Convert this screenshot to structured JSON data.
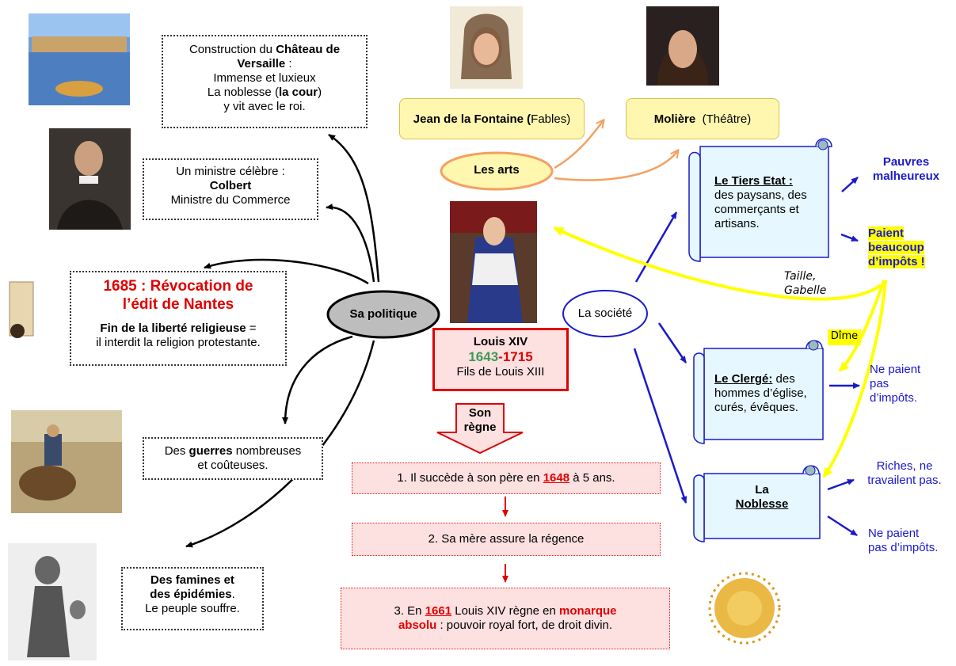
{
  "boxes": {
    "versailles": {
      "l1a": "Construction du ",
      "l1b": "Château de",
      "l2": "Versaille",
      "l2b": " :",
      "l3": "Immense et luxieux",
      "l4a": "La noblesse (",
      "l4b": "la cour",
      "l4c": ")",
      "l5": "y vit avec le roi."
    },
    "colbert": {
      "l1": "Un ministre célèbre :",
      "l2": "Colbert",
      "l3": "Ministre du Commerce"
    },
    "nantes": {
      "title1": "1685 : Révocation de",
      "title2": "l’édit de Nantes",
      "b1": "Fin de la liberté religieuse",
      "b1b": " =",
      "b2": "il interdit la religion protestante."
    },
    "guerres": {
      "a": "Des ",
      "b": "guerres",
      "c": " nombreuses",
      "d": "et coûteuses."
    },
    "famines": {
      "l1": "Des famines et",
      "l2": "des épidémies",
      "l2b": ".",
      "l3": "Le peuple souffre."
    },
    "fontaine": {
      "a": "Jean de la Fontaine (",
      "b": "Fables)"
    },
    "moliere": {
      "a": "Molière",
      "b": "  (Théâtre)"
    },
    "louis": {
      "name": "Louis XIV",
      "y1": "1643",
      "dash": "-",
      "y2": "1715",
      "sub": "Fils de Louis XIII"
    },
    "regne": "Son règne",
    "step1": {
      "a": "1.   Il succède à son père en ",
      "b": "1648",
      "c": " à 5 ans."
    },
    "step2": "2.   Sa mère assure la régence",
    "step3": {
      "a": "3.   En ",
      "b": "1661",
      "c": " Louis XIV règne en ",
      "d": "monarque",
      "e": "absolu",
      "f": " : pouvoir royal fort, de droit divin."
    }
  },
  "ovals": {
    "arts": "Les arts",
    "politique": "Sa politique",
    "societe": "La société"
  },
  "society": {
    "tiers": {
      "title": "Le Tiers Etat :",
      "l1": "des paysans, des",
      "l2": "commerçants et",
      "l3": "artisans."
    },
    "clerge": {
      "title": "Le Clergé:",
      "t2": " des",
      "l1": "hommes d’église,",
      "l2": "curés, évêques."
    },
    "noblesse": {
      "l1": "La",
      "l2": "Noblesse"
    }
  },
  "labels": {
    "pauvres1": "Pauvres",
    "pauvres2": "malheureux",
    "paient1": "Paient",
    "paient2": "beaucoup",
    "paient3": "d’impôts !",
    "taille1": "Taille,",
    "taille2": "Gabelle",
    "dime": "Dîme",
    "np1a": "Ne paient",
    "np1b": "pas",
    "np1c": "d’impôts.",
    "riches1": "Riches, ne",
    "riches2": "travailent pas.",
    "np2a": "Ne paient",
    "np2b": "pas d’impôts."
  },
  "colors": {
    "red": "#e00000",
    "green": "#3a9a55",
    "blue": "#1a1acc",
    "yellow": "#ffff00",
    "pink": "#fde0e0",
    "scroll": "#e6f7ff",
    "oval_arts": "#fff7b0"
  }
}
